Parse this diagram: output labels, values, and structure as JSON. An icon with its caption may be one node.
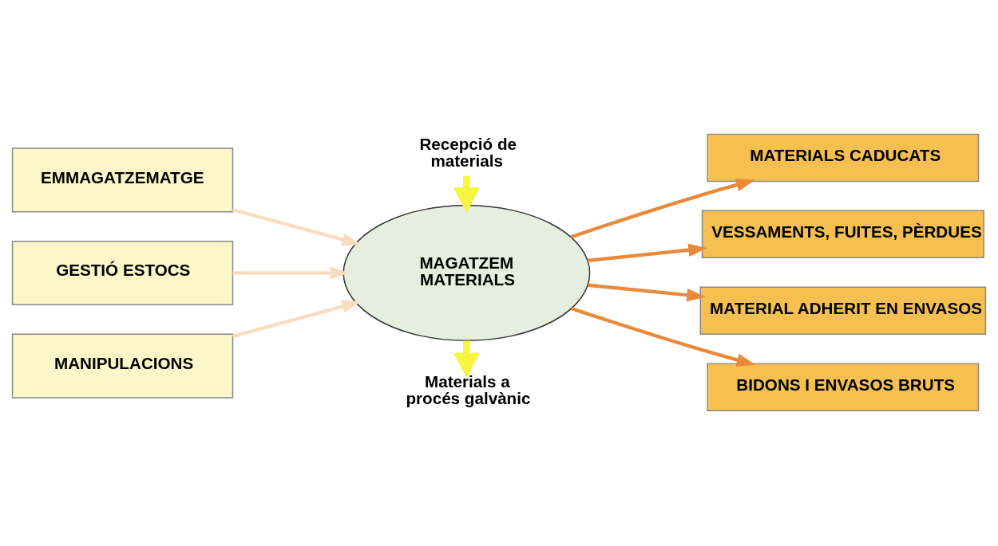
{
  "diagram": {
    "nodes": [
      {
        "text": [
          "Recepció de materials"
        ]
      },
      {
        "text": [
          "EMMAGATZEMATGE"
        ]
      },
      {
        "text": [
          "GESTIÓ ESTOCS"
        ]
      },
      {
        "text": [
          "MANIPULACIONS"
        ]
      },
      {
        "text": [
          "MAGATZEM MATERIALS"
        ]
      },
      {
        "text": [
          "MATERIALS CADUCATS"
        ]
      },
      {
        "text": [
          "VESSAMENTS, FUITES, PÈRDUES"
        ]
      },
      {
        "text": [
          "MATERIAL ADHERIT EN ENVASOS"
        ]
      },
      {
        "text": [
          "BIDONS I ENVASOS BRUTS"
        ]
      },
      {
        "text": [
          "Materials a procés galvànic"
        ]
      }
    ],
    "edges": [
      {
        "from": 0,
        "to": 4,
        "arrow": "to",
        "style": "thick",
        "color": "#f5f542"
      },
      {
        "from": 1,
        "to": 4,
        "arrow": "to",
        "color": "#f9dcbf"
      },
      {
        "from": 2,
        "to": 4,
        "arrow": "to",
        "color": "#f9dcbf"
      },
      {
        "from": 3,
        "to": 4,
        "arrow": "to",
        "color": "#f9dcbf"
      },
      {
        "from": 4,
        "to": 5,
        "arrow": "to",
        "color": "#e88a3a"
      },
      {
        "from": 4,
        "to": 6,
        "arrow": "to",
        "color": "#e88a3a"
      },
      {
        "from": 4,
        "to": 7,
        "arrow": "to",
        "color": "#e88a3a"
      },
      {
        "from": 4,
        "to": 8,
        "arrow": "to",
        "color": "#e88a3a"
      },
      {
        "from": 4,
        "to": 9,
        "arrow": "to",
        "style": "thick",
        "color": "#f5f542"
      }
    ]
  }
}
